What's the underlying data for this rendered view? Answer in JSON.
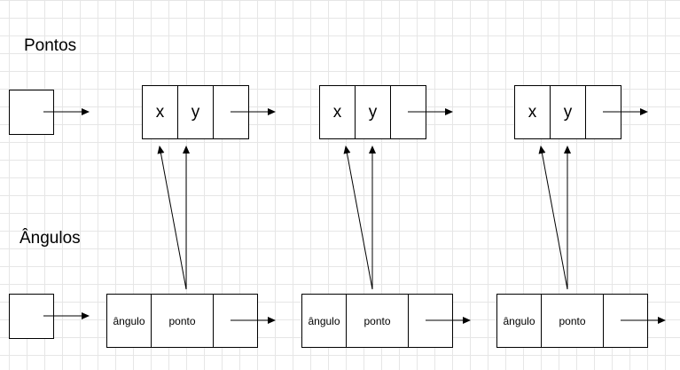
{
  "diagram": {
    "labels": {
      "pontos": "Pontos",
      "angulos": "Ângulos"
    },
    "points": [
      {
        "x": "x",
        "y": "y"
      },
      {
        "x": "x",
        "y": "y"
      },
      {
        "x": "x",
        "y": "y"
      }
    ],
    "angles": [
      {
        "angle": "ângulo",
        "point": "ponto"
      },
      {
        "angle": "ângulo",
        "point": "ponto"
      },
      {
        "angle": "ângulo",
        "point": "ponto"
      }
    ]
  }
}
